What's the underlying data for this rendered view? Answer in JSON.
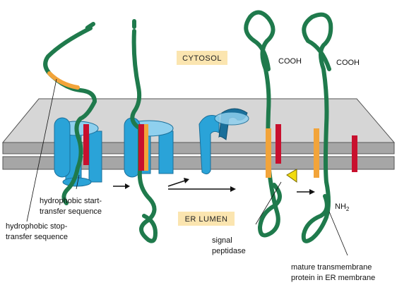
{
  "compartments": {
    "cytosol": "CYTOSOL",
    "lumen": "ER LUMEN"
  },
  "labels": {
    "start_transfer": [
      "hydrophobic start-",
      "transfer sequence"
    ],
    "stop_transfer": [
      "hydrophobic stop-",
      "transfer sequence"
    ],
    "peptidase": [
      "signal",
      "peptidase"
    ],
    "mature": [
      "mature transmembrane",
      "protein in ER membrane"
    ],
    "terminus_cooh_1": "COOH",
    "terminus_cooh_2": "COOH",
    "terminus_nh2": "NH",
    "terminus_nh2_sub": "2"
  },
  "colors": {
    "chain": "#1f7a4c",
    "start_transfer": "#f2a43a",
    "stop_transfer": "#c8102e",
    "translocator": "#2aa3d8",
    "translocator_dark": "#1a6f9a",
    "translocator_light": "#8fd0ee",
    "membrane_top": "#d6d6d6",
    "membrane_side": "#9a9a9a",
    "tag_bg": "#fbe5b0",
    "peptidase": "#f2dc10"
  }
}
